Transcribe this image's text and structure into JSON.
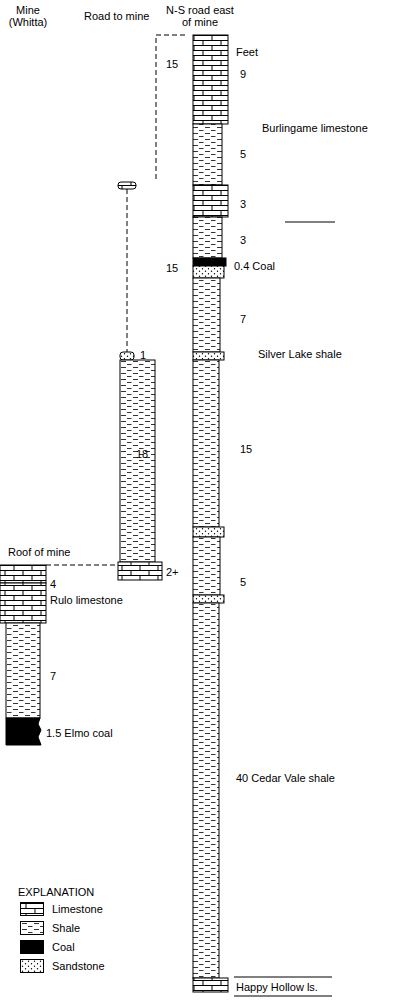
{
  "diagram": {
    "labels": [
      "Mine (Whitta)",
      "Road to mine",
      "N-S road east of mine",
      "Feet",
      "9",
      "Burlingame limestone",
      "15",
      "5",
      "3",
      "3",
      "0.4 Coal",
      "15",
      "7",
      "Silver Lake shale",
      "1",
      "15",
      "18",
      "5",
      "Roof of mine",
      "2+",
      "4",
      "Rulo limestone",
      "7",
      "1.5 Elmo coal",
      "40 Cedar Vale shale",
      "Happy Hollow ls.",
      "EXPLANATION"
    ],
    "legend": [
      {
        "text": "Limestone"
      },
      {
        "text": "Shale"
      },
      {
        "text": "Coal",
        "color": "#000000"
      },
      {
        "text": "Sandstone"
      }
    ]
  }
}
